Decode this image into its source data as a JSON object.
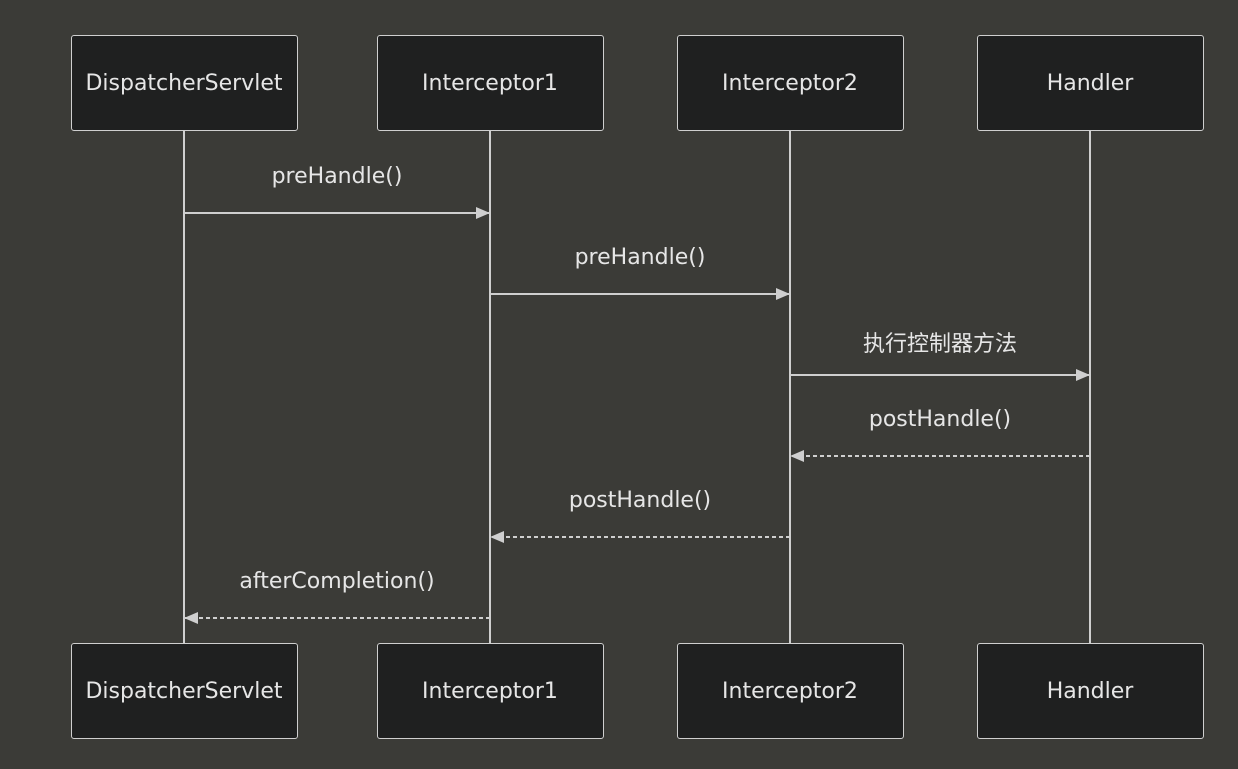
{
  "actors": [
    {
      "id": "dispatcher",
      "label": "DispatcherServlet"
    },
    {
      "id": "interceptor1",
      "label": "Interceptor1"
    },
    {
      "id": "interceptor2",
      "label": "Interceptor2"
    },
    {
      "id": "handler",
      "label": "Handler"
    }
  ],
  "messages": [
    {
      "from": "dispatcher",
      "to": "interceptor1",
      "label": "preHandle()",
      "style": "solid"
    },
    {
      "from": "interceptor1",
      "to": "interceptor2",
      "label": "preHandle()",
      "style": "solid"
    },
    {
      "from": "interceptor2",
      "to": "handler",
      "label": "执行控制器方法",
      "style": "solid"
    },
    {
      "from": "handler",
      "to": "interceptor2",
      "label": "postHandle()",
      "style": "dashed"
    },
    {
      "from": "interceptor2",
      "to": "interceptor1",
      "label": "postHandle()",
      "style": "dashed"
    },
    {
      "from": "interceptor1",
      "to": "dispatcher",
      "label": "afterCompletion()",
      "style": "dashed"
    }
  ],
  "colors": {
    "background": "#3b3b37",
    "box_fill": "#1f2020",
    "line": "#cfcfcf",
    "text": "#e6e6e6"
  }
}
